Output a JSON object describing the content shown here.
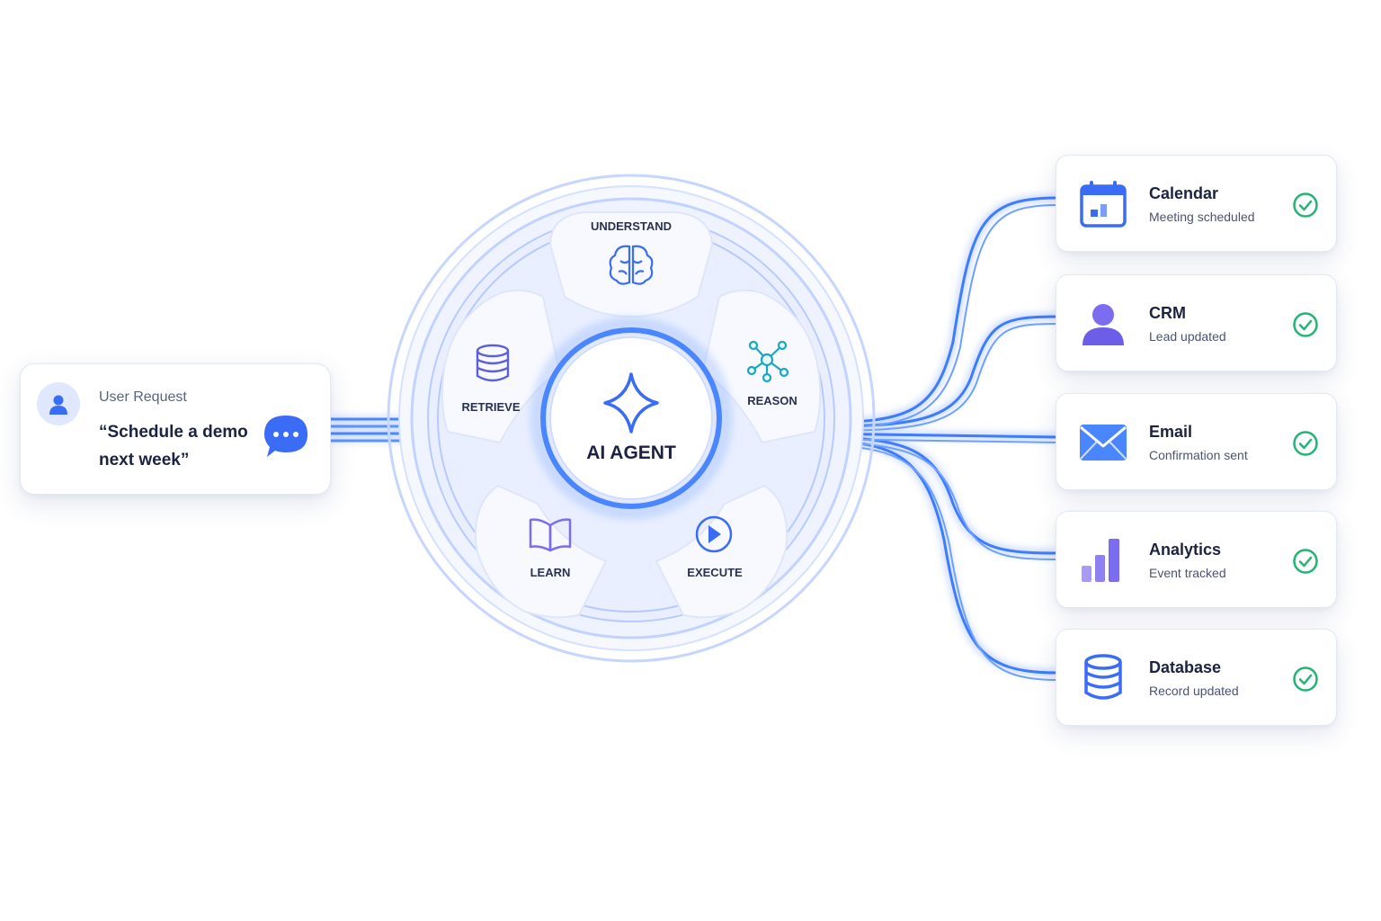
{
  "request": {
    "label": "User Request",
    "text": "“Schedule a demo next week”",
    "avatar_icon": "user-icon",
    "bubble_icon": "chat-bubble-icon"
  },
  "agent": {
    "title": "AI AGENT",
    "icon": "sparkle-icon",
    "stages": [
      {
        "label": "UNDERSTAND",
        "icon": "brain-icon"
      },
      {
        "label": "REASON",
        "icon": "network-icon"
      },
      {
        "label": "EXECUTE",
        "icon": "play-icon"
      },
      {
        "label": "LEARN",
        "icon": "book-icon"
      },
      {
        "label": "RETRIEVE",
        "icon": "database-icon"
      }
    ]
  },
  "outputs": [
    {
      "title": "Calendar",
      "status": "Meeting scheduled",
      "icon": "calendar-icon"
    },
    {
      "title": "CRM",
      "status": "Lead updated",
      "icon": "user-icon"
    },
    {
      "title": "Email",
      "status": "Confirmation sent",
      "icon": "envelope-icon"
    },
    {
      "title": "Analytics",
      "status": "Event tracked",
      "icon": "bar-chart-icon"
    },
    {
      "title": "Database",
      "status": "Record updated",
      "icon": "database-icon"
    }
  ],
  "colors": {
    "accent": "#3b6cf6",
    "wire": "#4a86ff",
    "check": "#22b573",
    "purple": "#7c6cf0",
    "text": "#1c2340"
  }
}
